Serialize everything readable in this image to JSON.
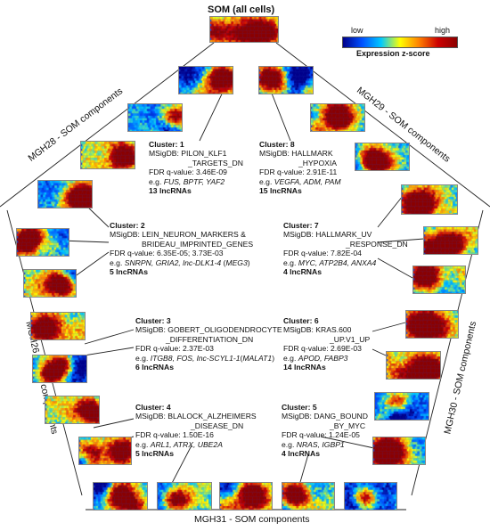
{
  "title": "SOM (all cells)",
  "legend": {
    "low": "low",
    "high": "high",
    "title": "Expression z-score",
    "colors": [
      "#00008b",
      "#0050ff",
      "#00c8ff",
      "#ffff00",
      "#ff8000",
      "#cc0000",
      "#8b0000"
    ]
  },
  "side_labels": {
    "mgh28": "MGH28 - SOM components",
    "mgh29": "MGH29 - SOM components",
    "mgh26": "MGH26 - SOM components",
    "mgh30": "MGH30 - SOM components",
    "mgh31": "MGH31 - SOM components"
  },
  "clusters": [
    {
      "title": "Cluster: 1",
      "msig": "MSigDB: PILON_KLF1",
      "msig2": "_TARGETS_DN",
      "fdr": "FDR q-value: 3.46E-09",
      "eg_prefix": "e.g. ",
      "genes": "FUS, BPTF, YAF2",
      "lnc": "13 lncRNAs"
    },
    {
      "title": "Cluster: 8",
      "msig": "MSigDB: HALLMARK",
      "msig2": "_HYPOXIA",
      "fdr": "FDR q-value: 2.91E-11",
      "eg_prefix": "e.g. ",
      "genes": "VEGFA, ADM, PAM",
      "lnc": "15 lncRNAs"
    },
    {
      "title": "Cluster: 2",
      "msig": "MSigDB: LEIN_NEURON_MARKERS &",
      "msig2": "BRIDEAU_IMPRINTED_GENES",
      "fdr": "FDR q-value: 6.35E-05; 3.73E-03",
      "eg_prefix": "e.g. ",
      "genes": "SNRPN, GRIA2, lnc-DLK1-4",
      "genes_tail_plain": " (",
      "genes_tail_italic": "MEG3",
      "genes_tail_close": ")",
      "lnc": "5 lncRNAs"
    },
    {
      "title": "Cluster: 7",
      "msig": "MSigDB: HALLMARK_UV",
      "msig2": "_RESPONSE_DN",
      "fdr": "FDR q-value: 7.82E-04",
      "eg_prefix": "e.g. ",
      "genes": "MYC, ATP2B4, ANXA4",
      "lnc": "4 lncRNAs"
    },
    {
      "title": "Cluster: 3",
      "msig": "MSigDB: GOBERT_OLIGODENDROCYTE",
      "msig2": "_DIFFERENTIATION_DN",
      "fdr": "FDR q-value: 2.37E-03",
      "eg_prefix": "e.g. ",
      "genes": "ITGB8, FOS, lnc-SCYL1-1",
      "genes_tail_plain": "(",
      "genes_tail_italic": "MALAT1",
      "genes_tail_close": ")",
      "lnc": "6 lncRNAs"
    },
    {
      "title": "Cluster: 6",
      "msig": "MSigDB: KRAS.600",
      "msig2": "_UP.V1_UP",
      "fdr": "FDR q-value: 2.69E-03",
      "eg_prefix": "e.g. ",
      "genes": "APOD, FABP3",
      "lnc": "14 lncRNAs"
    },
    {
      "title": "Cluster: 4",
      "msig": "MSigDB: BLALOCK_ALZHEIMERS",
      "msig2": "_DISEASE_DN",
      "fdr": "FDR q-value: 1.50E-16",
      "eg_prefix": "e.g. ",
      "genes": "ARL1, ATRX, UBE2A",
      "lnc": "5 lncRNAs"
    },
    {
      "title": "Cluster: 5",
      "msig": "MSigDB: DANG_BOUND",
      "msig2": "_BY_MYC",
      "fdr": "FDR q-value: 1.24E-05",
      "eg_prefix": "e.g. ",
      "genes": "NRAS, IGBP1",
      "lnc": "4 lncRNAs"
    }
  ]
}
